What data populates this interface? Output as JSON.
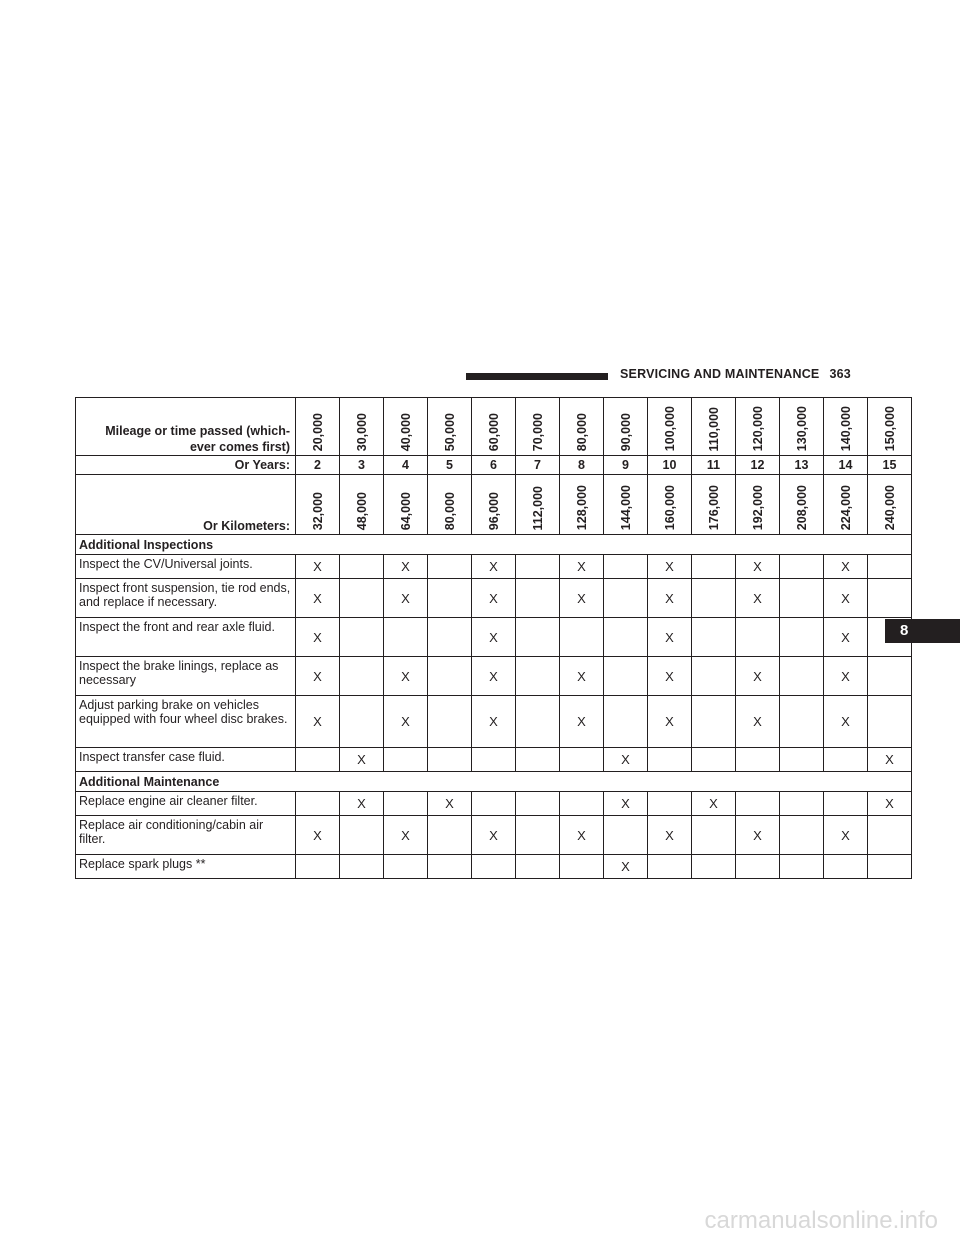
{
  "page_header": {
    "title": "SERVICING AND MAINTENANCE",
    "page_number": "363"
  },
  "chapter_tab": "8",
  "table": {
    "mileage_label_line1": "Mileage or time passed (which-",
    "mileage_label_line2": "ever comes first)",
    "mileage": [
      "20,000",
      "30,000",
      "40,000",
      "50,000",
      "60,000",
      "70,000",
      "80,000",
      "90,000",
      "100,000",
      "110,000",
      "120,000",
      "130,000",
      "140,000",
      "150,000"
    ],
    "years_label": "Or Years:",
    "years": [
      "2",
      "3",
      "4",
      "5",
      "6",
      "7",
      "8",
      "9",
      "10",
      "11",
      "12",
      "13",
      "14",
      "15"
    ],
    "km_label": "Or Kilometers:",
    "kilometers": [
      "32,000",
      "48,000",
      "64,000",
      "80,000",
      "96,000",
      "112,000",
      "128,000",
      "144,000",
      "160,000",
      "176,000",
      "192,000",
      "208,000",
      "224,000",
      "240,000"
    ],
    "sections": [
      {
        "title": "Additional Inspections",
        "rows": [
          {
            "task": "Inspect the CV/Universal joints.",
            "marks": [
              "X",
              "",
              "X",
              "",
              "X",
              "",
              "X",
              "",
              "X",
              "",
              "X",
              "",
              "X",
              ""
            ]
          },
          {
            "task": "Inspect front suspension, tie rod ends, and replace if necessary.",
            "marks": [
              "X",
              "",
              "X",
              "",
              "X",
              "",
              "X",
              "",
              "X",
              "",
              "X",
              "",
              "X",
              ""
            ]
          },
          {
            "task": "Inspect the front and rear axle fluid.",
            "marks": [
              "X",
              "",
              "",
              "",
              "X",
              "",
              "",
              "",
              "X",
              "",
              "",
              "",
              "X",
              ""
            ]
          },
          {
            "task": "Inspect the brake linings, replace as necessary",
            "marks": [
              "X",
              "",
              "X",
              "",
              "X",
              "",
              "X",
              "",
              "X",
              "",
              "X",
              "",
              "X",
              ""
            ]
          },
          {
            "task": "Adjust parking brake on vehicles equipped with four wheel disc brakes.",
            "marks": [
              "X",
              "",
              "X",
              "",
              "X",
              "",
              "X",
              "",
              "X",
              "",
              "X",
              "",
              "X",
              ""
            ]
          },
          {
            "task": "Inspect transfer case fluid.",
            "marks": [
              "",
              "X",
              "",
              "",
              "",
              "",
              "",
              "X",
              "",
              "",
              "",
              "",
              "",
              "X"
            ]
          }
        ]
      },
      {
        "title": "Additional Maintenance",
        "rows": [
          {
            "task": "Replace engine air cleaner filter.",
            "marks": [
              "",
              "X",
              "",
              "X",
              "",
              "",
              "",
              "X",
              "",
              "X",
              "",
              "",
              "",
              "X"
            ]
          },
          {
            "task": "Replace air conditioning/cabin air filter.",
            "marks": [
              "X",
              "",
              "X",
              "",
              "X",
              "",
              "X",
              "",
              "X",
              "",
              "X",
              "",
              "X",
              ""
            ]
          },
          {
            "task": "Replace spark plugs **",
            "marks": [
              "",
              "",
              "",
              "",
              "",
              "",
              "",
              "X",
              "",
              "",
              "",
              "",
              "",
              ""
            ]
          }
        ]
      }
    ]
  },
  "watermark": "carmanualsonline.info"
}
